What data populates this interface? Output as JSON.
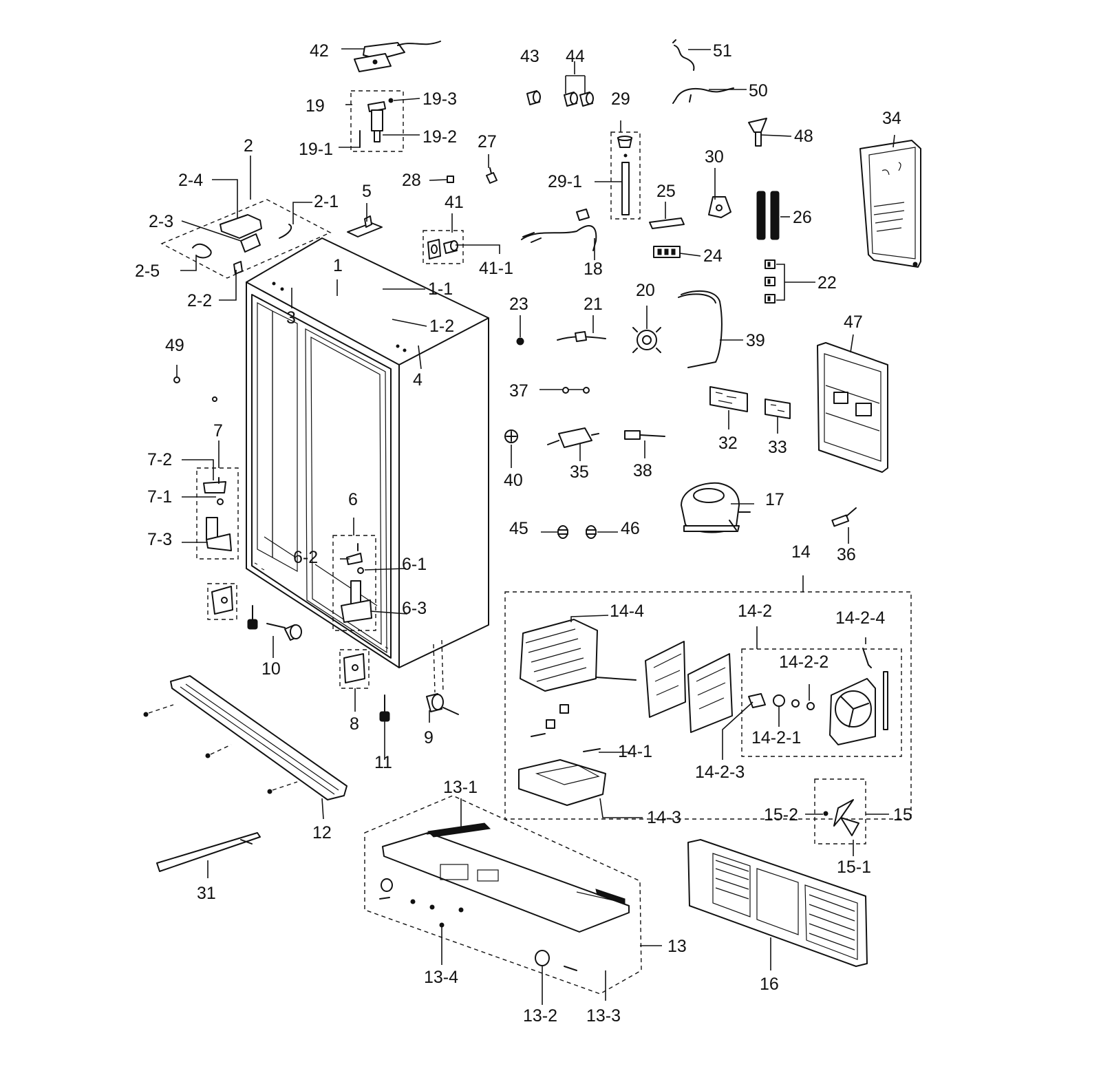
{
  "diagram": {
    "labels": [
      "42",
      "43",
      "44",
      "51",
      "50",
      "29",
      "19",
      "19-3",
      "19-2",
      "19-1",
      "27",
      "48",
      "34",
      "2",
      "28",
      "2-4",
      "2-1",
      "5",
      "41",
      "30",
      "29-1",
      "25",
      "26",
      "2-3",
      "41-1",
      "24",
      "2-5",
      "18",
      "22",
      "1",
      "1-1",
      "2-2",
      "3",
      "23",
      "21",
      "20",
      "1-2",
      "39",
      "47",
      "49",
      "4",
      "37",
      "32",
      "33",
      "7",
      "7-2",
      "40",
      "35",
      "38",
      "7-1",
      "17",
      "6",
      "7-3",
      "45",
      "46",
      "6-2",
      "6-1",
      "14",
      "36",
      "6-3",
      "14-4",
      "14-2",
      "14-2-4",
      "14-2-2",
      "10",
      "8",
      "9",
      "14-1",
      "14-2-1",
      "11",
      "14-2-3",
      "13-1",
      "14-3",
      "15-2",
      "15",
      "12",
      "15-1",
      "31",
      "13",
      "13-4",
      "16",
      "13-2",
      "13-3"
    ]
  }
}
